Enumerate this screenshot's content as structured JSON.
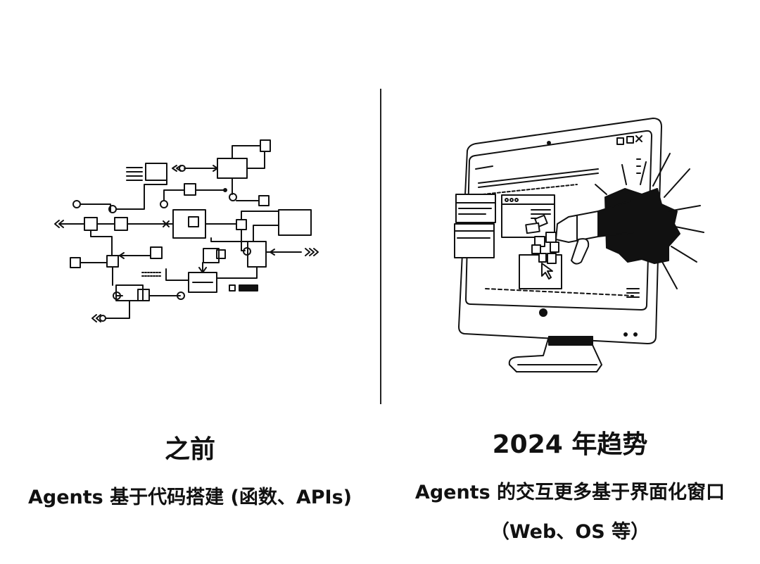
{
  "left_panel": {
    "title": "之前",
    "description": "Agents 基于代码搭建 (函数、APIs)"
  },
  "right_panel": {
    "title": "2024 年趋势",
    "description": "Agents 的交互更多基于界面化窗口（Web、OS 等）"
  },
  "colors": {
    "ink": "#111111",
    "background": "#ffffff"
  }
}
